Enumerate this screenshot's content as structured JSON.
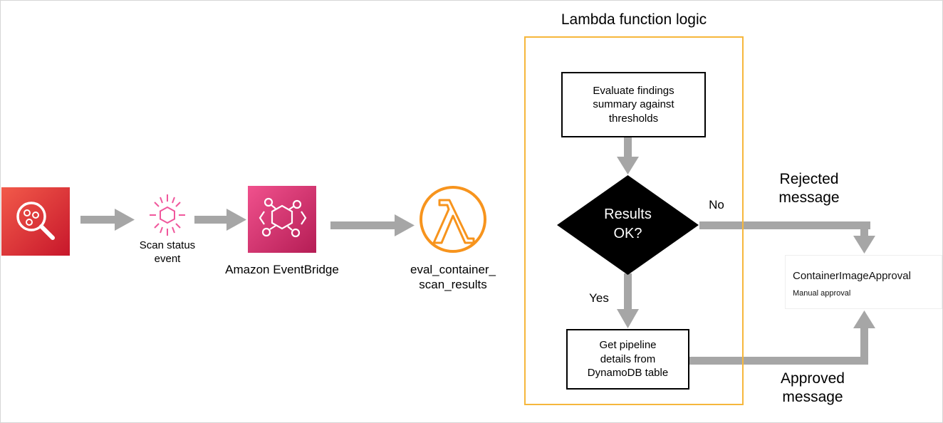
{
  "diagram": {
    "colors": {
      "arrow": "#a6a6a6",
      "inspector": "#e0302c",
      "event": "#f0579c",
      "eventbridge": "#d6336c",
      "lambda": "#f7941d",
      "frame": "#f6b73c",
      "decision": "#000000"
    },
    "nodes": {
      "inspector": {
        "icon": "inspector-magnifier-icon"
      },
      "scan_event": {
        "line1": "Scan status",
        "line2": "event",
        "icon": "event-burst-icon"
      },
      "eventbridge": {
        "label": "Amazon EventBridge",
        "icon": "eventbridge-icon"
      },
      "lambda": {
        "line1": "eval_container_",
        "line2": "scan_results",
        "icon": "lambda-icon"
      },
      "approval": {
        "name": "ContainerImageApproval",
        "sub": "Manual approval"
      }
    },
    "logic": {
      "title": "Lambda function logic",
      "evaluate": {
        "line1": "Evaluate findings",
        "line2": "summary against",
        "line3": "thresholds"
      },
      "decision": {
        "line1": "Results",
        "line2": "OK?"
      },
      "get_details": {
        "line1": "Get pipeline",
        "line2": "details from",
        "line3": "DynamoDB table"
      },
      "yes": "Yes",
      "no": "No"
    },
    "messages": {
      "rejected": {
        "line1": "Rejected",
        "line2": "message"
      },
      "approved": {
        "line1": "Approved",
        "line2": "message"
      }
    }
  }
}
